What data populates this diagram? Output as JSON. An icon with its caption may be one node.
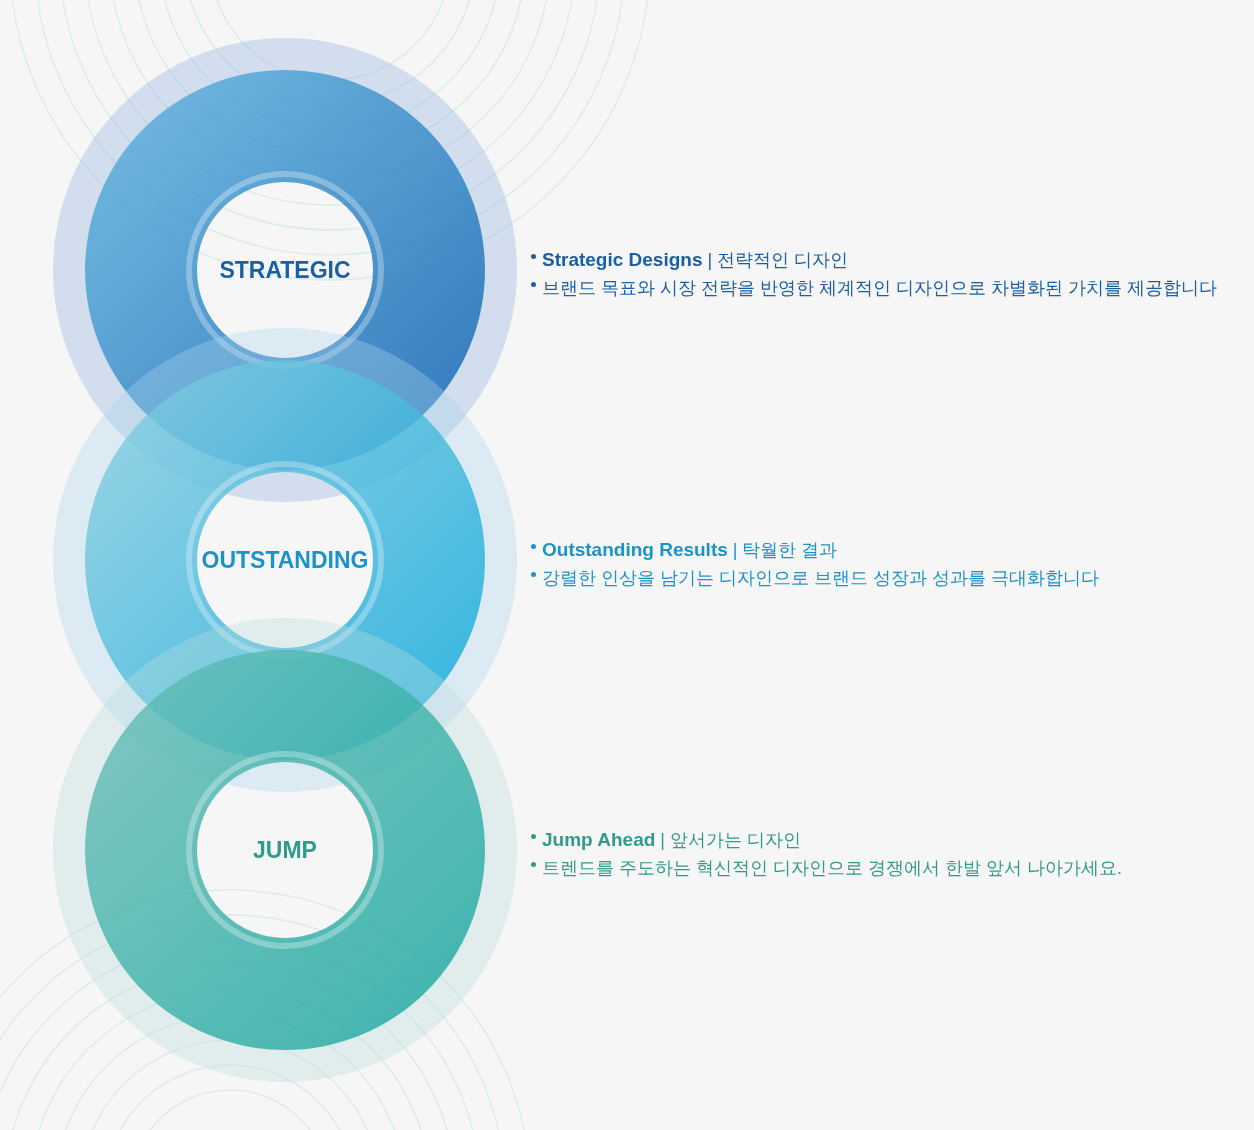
{
  "diagram": {
    "nodes": [
      {
        "text": [
          "STRATEGIC"
        ],
        "beside": [
          "**Strategic Designs** | 전략적인 디자인",
          "브랜드 목표와 시장 전략을 반영한 체계적인 디자인으로 차별화된 가치를 제공합니다"
        ]
      },
      {
        "text": [
          "OUTSTANDING"
        ],
        "beside": [
          "**Outstanding Results** | 탁월한 결과",
          "강렬한 인상을 남기는 디자인으로 브랜드 성장과 성과를 극대화합니다"
        ]
      },
      {
        "text": [
          "JUMP"
        ],
        "beside": [
          "**Jump Ahead** | 앞서가는 디자인",
          "트렌드를 주도하는 혁신적인 디자인으로 경쟁에서 한발 앞서 나아가세요."
        ]
      }
    ]
  }
}
